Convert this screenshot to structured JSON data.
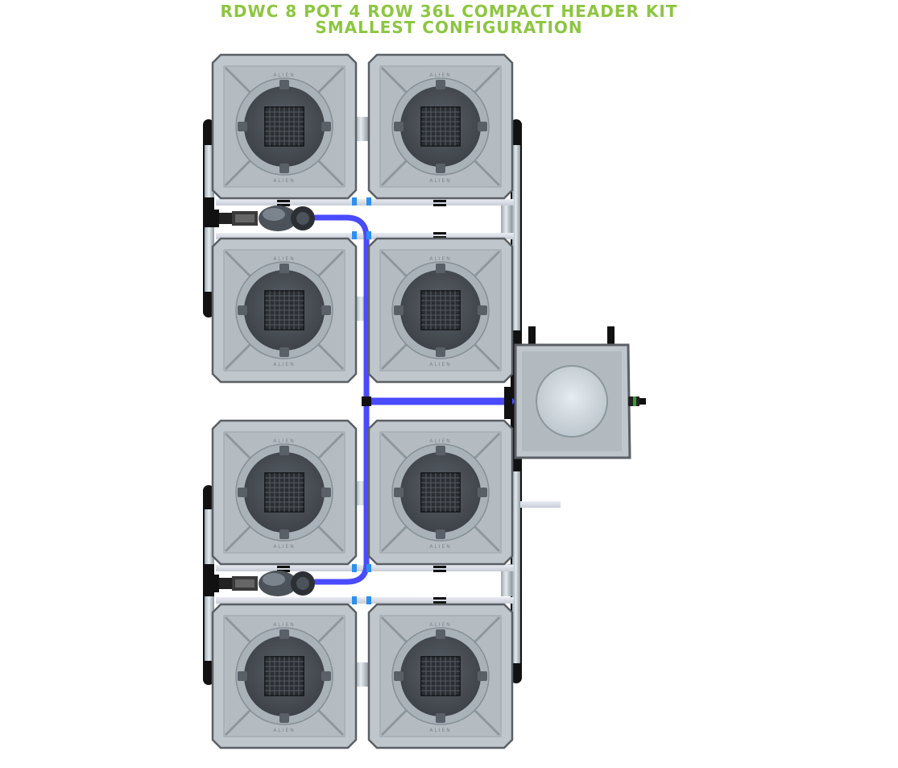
{
  "title": {
    "line1": "RDWC 8 POT 4 ROW 36L COMPACT HEADER KIT",
    "line2": "SMALLEST CONFIGURATION"
  },
  "pot_labels": {
    "top": "ALIEN",
    "bottom": "ALIEN"
  },
  "colors": {
    "title": "#8cc63f",
    "pot_body": "#bfc6cc",
    "pot_edge": "#5a6066",
    "lid": "#4a4f55",
    "hose": "#4a4aff",
    "pipe": "#c9d2d8",
    "pipe_light": "#d9dde7",
    "connector": "#2d8ff0",
    "header_lid": "#d4dce2"
  }
}
